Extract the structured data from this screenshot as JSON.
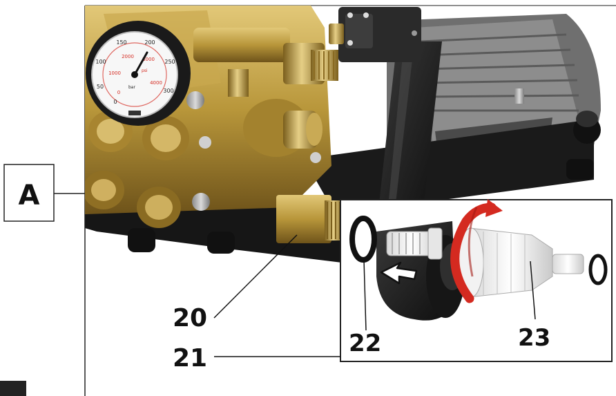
{
  "labels": {
    "section": "A",
    "part_20": "20",
    "part_21": "21",
    "part_22": "22",
    "part_23": "23"
  },
  "gauge": {
    "outer_ticks": [
      "0",
      "50",
      "100",
      "150",
      "200",
      "250",
      "300"
    ],
    "inner_ticks": [
      "0",
      "1000",
      "2000",
      "3000",
      "4000"
    ],
    "unit_bar": "bar",
    "unit_psi": "psi"
  },
  "colors": {
    "brass": "#b8963a",
    "brass_dark": "#7a5e1c",
    "housing": "#1c1c1c",
    "arrow_red": "#d42a20"
  }
}
